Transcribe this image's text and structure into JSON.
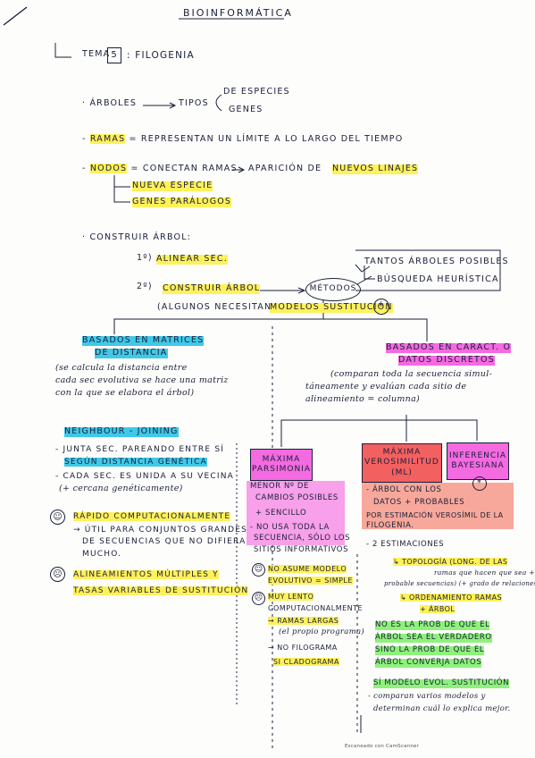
{
  "title": "BIOINFORMÁTICA",
  "tema": {
    "label": "TEMA",
    "number": "5",
    "name": ": FILOGENIA"
  },
  "arboles": {
    "term": "· ÁRBOLES",
    "arrow_text": "TIPOS",
    "types": [
      "DE ESPECIES",
      "GENES"
    ]
  },
  "ramas": {
    "term": "RAMAS",
    "rest": "= REPRESENTAN UN LÍMITE A LO LARGO DEL TIEMPO"
  },
  "nodos": {
    "term": "NODOS",
    "rest": "= CONECTAN RAMAS",
    "arrow_text": "APARICIÓN DE",
    "target": "NUEVOS LINAJES",
    "subs": [
      "NUEVA ESPECIE",
      "GENES PARÁLOGOS"
    ]
  },
  "construir": {
    "heading": "· CONSTRUIR ÁRBOL:",
    "step1_num": "1º)",
    "step1": "ALINEAR SEC.",
    "step2_num": "2º)",
    "step2": "CONSTRUIR ÁRBOL",
    "metodos": "MÉTODOS",
    "note_prefix": "(ALGUNOS NECESITAN",
    "note_hl": "MODELOS SUSTITUCIÓN",
    "star": "*",
    "box_line1": "TANTOS ÁRBOLES POSIBLES",
    "box_line2": "BÚSQUEDA HEURÍSTICA"
  },
  "left_branch": {
    "header_l1": "BASADOS EN MATRICES",
    "header_l2": "DE DISTANCIA",
    "desc": [
      "(se calcula la distancia entre",
      "cada sec evolutiva se hace una matriz",
      "con la que se elabora el árbol)"
    ],
    "method": "NEIGHBOUR - JOINING",
    "bullets": [
      "- JUNTA SEC. PAREANDO ENTRE SÍ",
      "SEGÚN DISTANCIA GENÉTICA",
      "- CADA SEC. ES UNIDA A SU VECINA",
      "(+ cercana genéticamente)"
    ],
    "pro": [
      "RÁPIDO COMPUTACIONALMENTE",
      "→ ÚTIL PARA CONJUNTOS GRANDES",
      "DE SECUENCIAS QUE NO DIFIERAN",
      "MUCHO."
    ],
    "con": [
      "ALINEAMIENTOS MÚLTIPLES Y",
      "TASAS VARIABLES DE SUSTITUCIÓN"
    ]
  },
  "right_branch": {
    "header_l1": "BASADOS EN CARACT. O",
    "header_l2": "DATOS DISCRETOS",
    "desc": [
      "(comparan toda la secuencia simul-",
      "táneamente y evalúan cada sitio de",
      "alineamiento = columna)"
    ]
  },
  "parsimonia": {
    "header": "MÁXIMA PARSIMONIA",
    "items": [
      "MENOR Nº DE",
      "CAMBIOS POSIBLES",
      "+ SENCILLO",
      "- NO USA TODA LA",
      "SECUENCIA, SÓLO LOS",
      "SITIOS INFORMATIVOS"
    ],
    "pro": [
      "NO ASUME MODELO",
      "EVOLUTIVO = SIMPLE"
    ],
    "con": [
      "MUY LENTO",
      "COMPUTACIONALMENTE",
      "→ RAMAS LARGAS",
      "(el propio programa)",
      "→ NO FILOGRAMA",
      "SI CLADOGRAMA"
    ]
  },
  "verosimilitud": {
    "header": "MÁXIMA VEROSIMILITUD (ML)",
    "items": [
      "- ÁRBOL CON LOS",
      "DATOS + PROBABLES",
      "POR ESTIMACIÓN VEROSÍMIL DE LA",
      "FILOGENIA.",
      "- 2 ESTIMACIONES",
      "↳ TOPOLOGÍA (long. de las",
      "ramas que hacen que sea +",
      "probable secuencias) (+ grado de relaciones)",
      "↳ ORDENAMIENTO RAMAS",
      "+ ÁRBOL"
    ]
  },
  "bayesiana": {
    "header": "INFERENCIA BAYESIANA",
    "star": "*",
    "items": [
      "NO ES LA PROB DE QUE EL",
      "ÁRBOL SEA EL VERDADERO",
      "SINO LA PROB DE QUE EL",
      "ÁRBOL CONVERJA DATOS",
      "SÍ MODELO EVOL. SUSTITUCIÓN",
      "- comparan varios modelos y",
      "determinan cuál lo explica mejor."
    ]
  },
  "faces": {
    "happy": "☺",
    "sad": "☹"
  },
  "footer": "Escaneado con CamScanner"
}
